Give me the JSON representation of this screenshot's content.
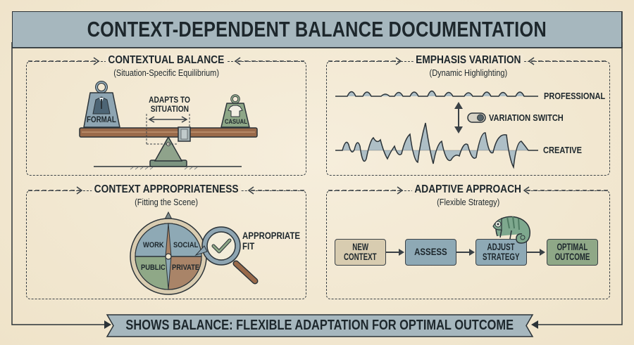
{
  "title": "CONTEXT-DEPENDENT BALANCE DOCUMENTATION",
  "colors": {
    "background": "#f4ead7",
    "title_band": "#a6b7be",
    "ink": "#1d272c",
    "slate_blue": "#8ea9b5",
    "sage_green": "#8fa887",
    "brown": "#9a6a4a",
    "tan": "#d8ccb0"
  },
  "panels": {
    "contextual_balance": {
      "title": "CONTEXTUAL BALANCE",
      "subtitle": "(Situation-Specific Equilibrium)",
      "left_weight": "FORMAL",
      "right_weight": "CASUAL",
      "adapt_label_line1": "ADAPTS TO",
      "adapt_label_line2": "SITUATION",
      "icons": [
        "suit-icon",
        "tshirt-icon",
        "seesaw-icon",
        "double-arrow-icon"
      ]
    },
    "emphasis_variation": {
      "title": "EMPHASIS VARIATION",
      "subtitle": "(Dynamic Highlighting)",
      "top_wave_label": "PROFESSIONAL",
      "bottom_wave_label": "CREATIVE",
      "switch_label": "VARIATION SWITCH",
      "icons": [
        "toggle-switch-icon",
        "vertical-double-arrow-icon"
      ]
    },
    "context_appropriateness": {
      "title": "CONTEXT APPROPRIATENESS",
      "subtitle": "(Fitting the Scene)",
      "compass_quadrants": [
        "WORK",
        "SOCIAL",
        "PUBLIC",
        "PRIVATE"
      ],
      "fit_label_line1": "APPROPRIATE",
      "fit_label_line2": "FIT",
      "icons": [
        "compass-icon",
        "magnifier-check-icon"
      ]
    },
    "adaptive_approach": {
      "title": "ADAPTIVE APPROACH",
      "subtitle": "(Flexible Strategy)",
      "steps": [
        {
          "line1": "NEW",
          "line2": "CONTEXT",
          "color": "#d8ccb0"
        },
        {
          "line1": "ASSESS",
          "line2": "",
          "color": "#8ea9b5"
        },
        {
          "line1": "ADJUST",
          "line2": "STRATEGY",
          "color": "#8ea9b5"
        },
        {
          "line1": "OPTIMAL",
          "line2": "OUTCOME",
          "color": "#8fa887"
        }
      ],
      "icons": [
        "chameleon-icon",
        "arrow-right-icon"
      ]
    }
  },
  "footer_banner": "SHOWS BALANCE: FLEXIBLE ADAPTATION FOR OPTIMAL OUTCOME"
}
